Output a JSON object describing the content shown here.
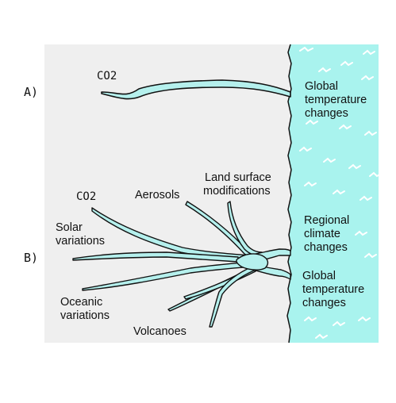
{
  "colors": {
    "land": "#efefef",
    "sea": "#a9f3ee",
    "river_fill": "#b5f0ed",
    "outline": "#111111",
    "wave": "#ffffff"
  },
  "panel_a": {
    "letter": "A)",
    "source_co2": "CO2",
    "outlet_label": [
      "Global",
      "temperature",
      "changes"
    ]
  },
  "panel_b": {
    "letter": "B)",
    "sources": {
      "co2": "CO2",
      "solar": [
        "Solar",
        "variations"
      ],
      "oceanic": [
        "Oceanic",
        "variations"
      ],
      "aerosols": "Aerosols",
      "land_surface": [
        "Land surface",
        "modifications"
      ],
      "volcanoes": "Volcanoes"
    },
    "outlets": {
      "regional": [
        "Regional",
        "climate",
        "changes"
      ],
      "global": [
        "Global",
        "temperature",
        "changes"
      ]
    }
  }
}
